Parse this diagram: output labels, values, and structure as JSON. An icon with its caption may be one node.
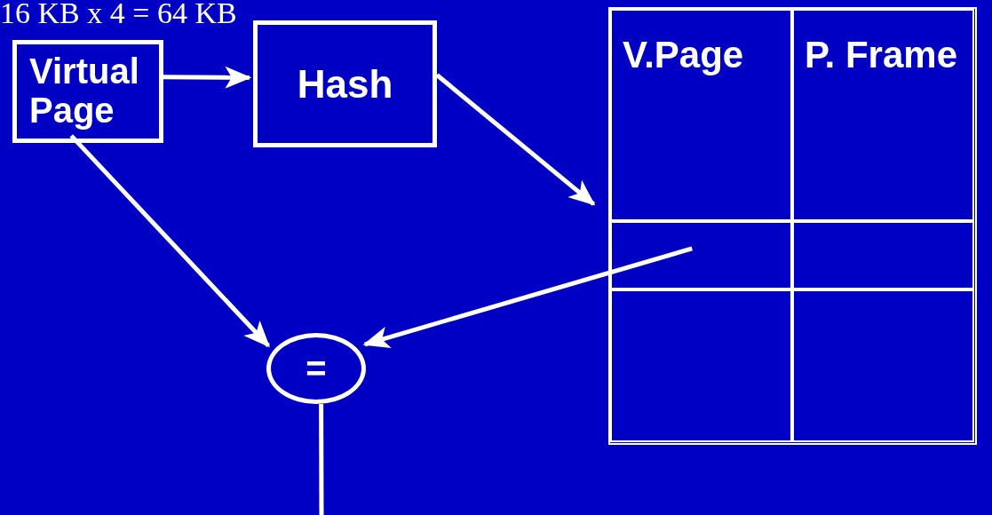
{
  "diagram": {
    "nodes": [
      {
        "text": [
          "Virtual Page"
        ]
      },
      {
        "text": [
          "Hash"
        ]
      },
      {
        "text": [],
        "shape": "box"
      },
      {
        "text": [
          "V.Page"
        ],
        "in": 2
      },
      {
        "text": [
          "P. Frame"
        ],
        "in": 2
      },
      {
        "text": [],
        "shape": "box",
        "in": 2
      },
      {
        "text": [],
        "shape": "box",
        "in": 2
      },
      {
        "text": [],
        "shape": "box",
        "in": 2
      },
      {
        "text": [],
        "shape": "box",
        "in": 2
      },
      {
        "text": [
          "="
        ]
      }
    ],
    "edges": [
      {
        "from": 0,
        "to": 1,
        "arrow": "to"
      },
      {
        "from": 1,
        "to": 2,
        "arrow": "to"
      },
      {
        "from": 0,
        "to": 9,
        "arrow": "to"
      },
      {
        "from": 5,
        "to": 9,
        "arrow": "to"
      },
      {
        "from": 9,
        "to": null,
        "arrow": "none"
      }
    ],
    "labels": [
      "16 KB x 4 = 64 KB"
    ]
  }
}
